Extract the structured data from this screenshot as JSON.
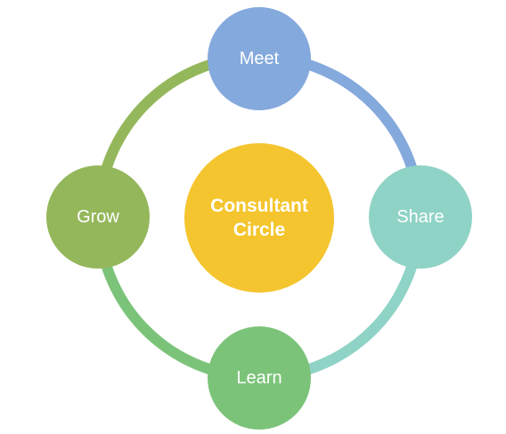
{
  "diagram": {
    "center": {
      "label": "Consultant\nCircle",
      "color": "#f4c52e"
    },
    "nodes": [
      {
        "id": "meet",
        "label": "Meet",
        "color": "#84a9dc"
      },
      {
        "id": "share",
        "label": "Share",
        "color": "#8fd3c6"
      },
      {
        "id": "learn",
        "label": "Learn",
        "color": "#7cc37a"
      },
      {
        "id": "grow",
        "label": "Grow",
        "color": "#95b75c"
      }
    ],
    "arcs": [
      {
        "from": "meet",
        "to": "share",
        "color": "#84a9dc"
      },
      {
        "from": "share",
        "to": "learn",
        "color": "#8fd3c6"
      },
      {
        "from": "learn",
        "to": "grow",
        "color": "#7cc37a"
      },
      {
        "from": "grow",
        "to": "meet",
        "color": "#95b75c"
      }
    ]
  }
}
